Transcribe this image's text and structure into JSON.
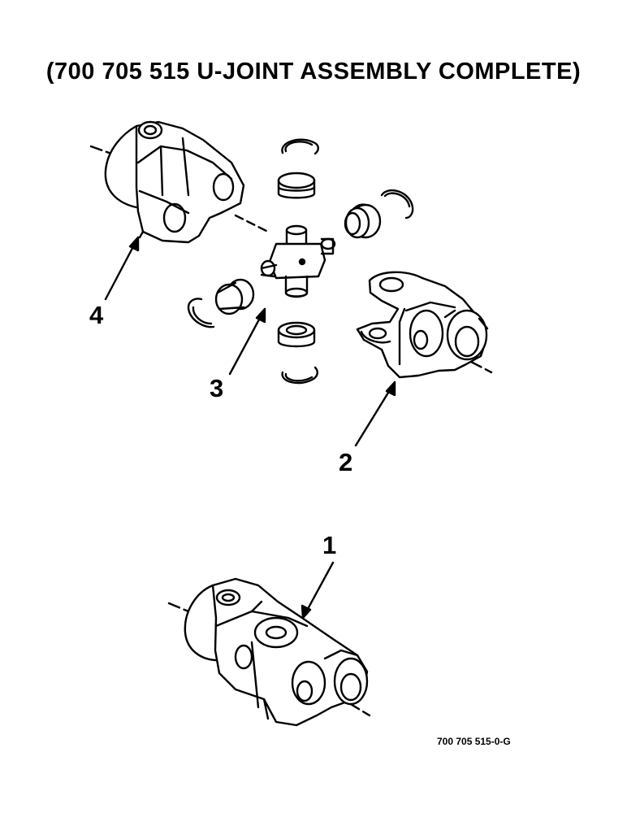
{
  "title": "(700 705 515 U-JOINT ASSEMBLY COMPLETE)",
  "callouts": [
    {
      "number": "1",
      "part": "u-joint-assembly-complete"
    },
    {
      "number": "2",
      "part": "yoke-right"
    },
    {
      "number": "3",
      "part": "cross-and-bearing"
    },
    {
      "number": "4",
      "part": "yoke-left"
    }
  ],
  "figure_ref": "700 705 515-0-G",
  "colors": {
    "ink": "#000000",
    "paper": "#ffffff"
  }
}
